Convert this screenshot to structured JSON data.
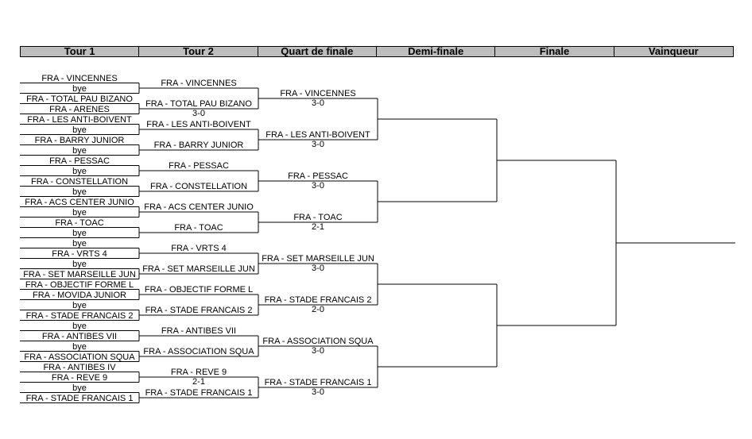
{
  "headers": [
    "Tour 1",
    "Tour 2",
    "Quart de finale",
    "Demi-finale",
    "Finale",
    "Vainqueur"
  ],
  "round1": [
    "FRA - VINCENNES",
    "bye",
    "FRA - TOTAL PAU BIZANO",
    "FRA - ARENES",
    "FRA - LES ANTI-BOIVENT",
    "bye",
    "FRA - BARRY JUNIOR",
    "bye",
    "FRA - PESSAC",
    "bye",
    "FRA - CONSTELLATION",
    "bye",
    "FRA - ACS CENTER JUNIO",
    "bye",
    "FRA - TOAC",
    "bye",
    "bye",
    "FRA - VRTS 4",
    "bye",
    "FRA - SET MARSEILLE JUN",
    "FRA - OBJECTIF FORME L",
    "FRA - MOVIDA JUNIOR",
    "bye",
    "FRA - STADE FRANCAIS 2",
    "bye",
    "FRA - ANTIBES VII",
    "bye",
    "FRA - ASSOCIATION SQUA",
    "FRA - ANTIBES IV",
    "FRA - REVE 9",
    "bye",
    "FRA - STADE FRANCAIS 1"
  ],
  "round2": [
    {
      "name": "FRA - VINCENNES",
      "score": ""
    },
    {
      "name": "FRA - TOTAL PAU BIZANO",
      "score": "3-0"
    },
    {
      "name": "FRA - LES ANTI-BOIVENT",
      "score": ""
    },
    {
      "name": "FRA - BARRY JUNIOR",
      "score": ""
    },
    {
      "name": "FRA - PESSAC",
      "score": ""
    },
    {
      "name": "FRA - CONSTELLATION",
      "score": ""
    },
    {
      "name": "FRA - ACS CENTER JUNIO",
      "score": ""
    },
    {
      "name": "FRA - TOAC",
      "score": ""
    },
    {
      "name": "FRA - VRTS 4",
      "score": ""
    },
    {
      "name": "FRA - SET MARSEILLE JUN",
      "score": ""
    },
    {
      "name": "FRA - OBJECTIF FORME L",
      "score": ""
    },
    {
      "name": "FRA - STADE FRANCAIS 2",
      "score": ""
    },
    {
      "name": "FRA - ANTIBES VII",
      "score": ""
    },
    {
      "name": "FRA - ASSOCIATION SQUA",
      "score": ""
    },
    {
      "name": "FRA - REVE 9",
      "score": "2-1"
    },
    {
      "name": "FRA - STADE FRANCAIS 1",
      "score": ""
    }
  ],
  "quarter": [
    {
      "name": "FRA - VINCENNES",
      "score": "3-0"
    },
    {
      "name": "FRA - LES ANTI-BOIVENT",
      "score": "3-0"
    },
    {
      "name": "FRA - PESSAC",
      "score": "3-0"
    },
    {
      "name": "FRA - TOAC",
      "score": "2-1"
    },
    {
      "name": "FRA - SET MARSEILLE JUN",
      "score": "3-0"
    },
    {
      "name": "FRA - STADE FRANCAIS 2",
      "score": "2-0"
    },
    {
      "name": "FRA - ASSOCIATION SQUA",
      "score": "3-0"
    },
    {
      "name": "FRA - STADE FRANCAIS 1",
      "score": "3-0"
    }
  ],
  "semi": [
    {
      "name": "",
      "score": ""
    },
    {
      "name": "",
      "score": ""
    },
    {
      "name": "",
      "score": ""
    },
    {
      "name": "",
      "score": ""
    }
  ],
  "final": [
    {
      "name": "",
      "score": ""
    },
    {
      "name": "",
      "score": ""
    }
  ],
  "winner": {
    "name": "",
    "score": ""
  }
}
